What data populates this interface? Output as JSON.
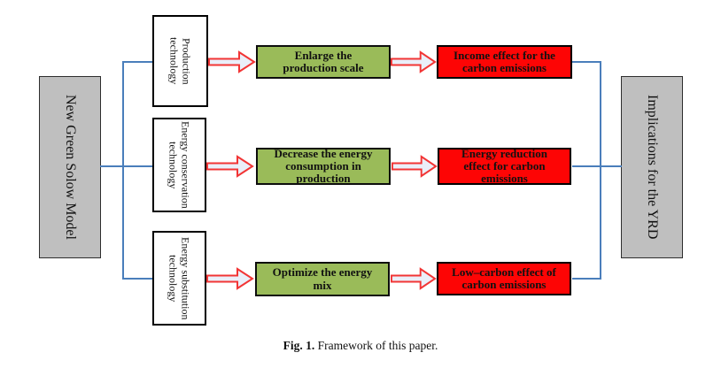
{
  "figure": {
    "left_box": "New Green Solow Model",
    "right_box": "Implications for the YRD",
    "rows": [
      {
        "tech_lines": [
          "Production",
          "technology"
        ],
        "green_lines": [
          "Enlarge the",
          "production scale"
        ],
        "red_lines": [
          "Income effect for the",
          "carbon emissions"
        ]
      },
      {
        "tech_lines": [
          "Energy conservation",
          "technology"
        ],
        "green_lines": [
          "Decrease the energy",
          "consumption in",
          "production"
        ],
        "red_lines": [
          "Energy reduction",
          "effect for carbon",
          "emissions"
        ]
      },
      {
        "tech_lines": [
          "Energy substitution",
          "technology"
        ],
        "green_lines": [
          "Optimize the energy",
          "mix"
        ],
        "red_lines": [
          "Low–carbon effect of",
          "carbon emissions"
        ]
      }
    ]
  },
  "caption": {
    "label": "Fig. 1.",
    "text": "Framework of this paper."
  },
  "colors": {
    "green": "#9abb59",
    "red": "#fd0505",
    "gray": "#bfbfbf",
    "blue": "#4a7ebb",
    "arrow-fill": "#eaeff9",
    "arrow-stroke": "#f23535"
  }
}
